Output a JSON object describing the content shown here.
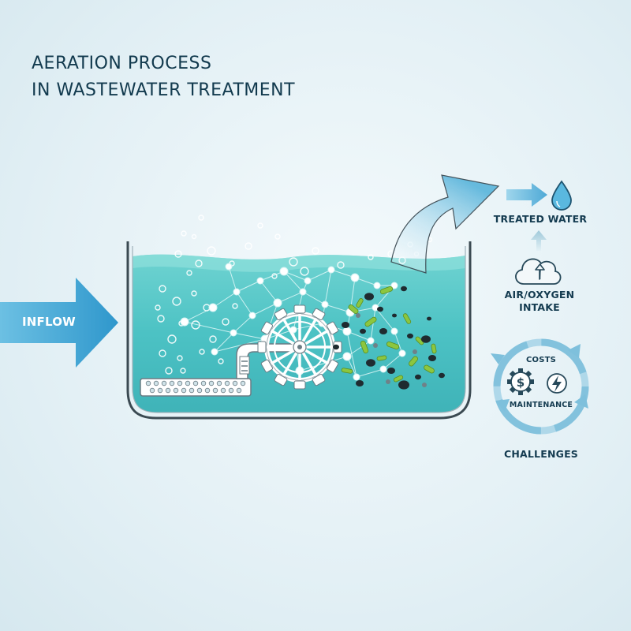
{
  "title": {
    "line1": "AERATION PROCESS",
    "line2": "IN WASTEWATER TREATMENT"
  },
  "labels": {
    "inflow": "INFLOW",
    "treated_water": "TREATED WATER",
    "air_oxygen_line1": "AIR/OXYGEN",
    "air_oxygen_line2": "INTAKE",
    "costs": "COSTS",
    "maintenance": "MAINTENANCE",
    "challenges": "CHALLENGES"
  },
  "icons": {
    "water_drop": "water-drop-icon",
    "cloud_upload": "cloud-upload-icon",
    "dollar_gear": "dollar-gear-icon",
    "lightning_bolt": "lightning-bolt-icon",
    "cycle_arrows": "cycle-arrows-icon",
    "paddle_wheel": "paddle-wheel-icon"
  },
  "colors": {
    "water": "#4cc2c4",
    "arrow_blue": "#3a9ccd",
    "light_blue": "#8fc8de",
    "microbe_green": "#8cc63f",
    "dark_particle": "#1f2b30"
  }
}
